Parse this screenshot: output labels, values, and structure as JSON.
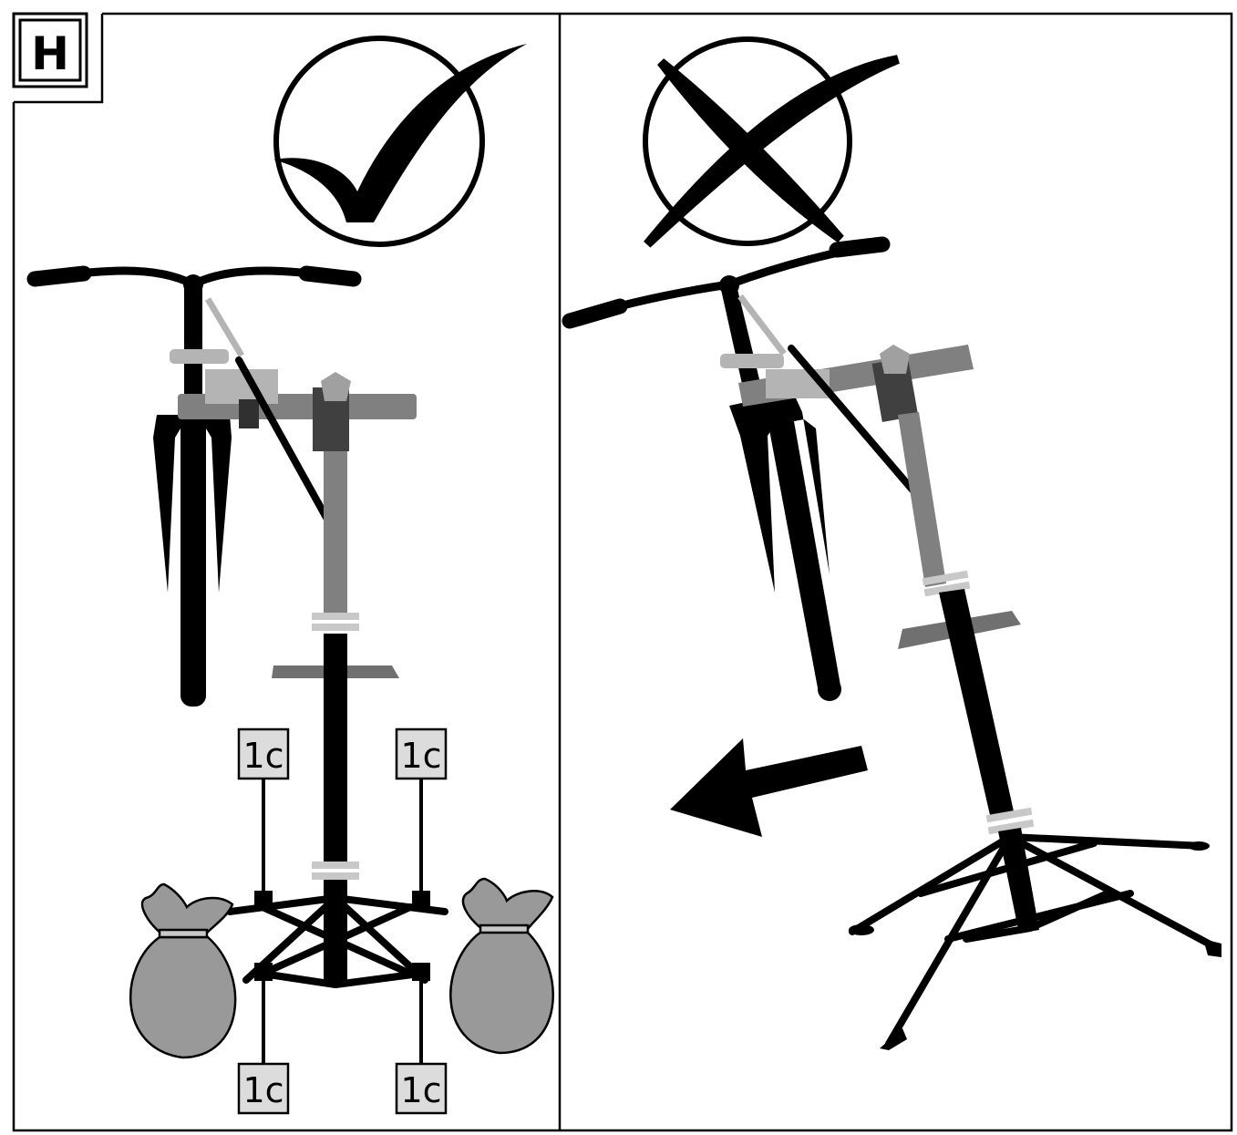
{
  "figure_tag": "H",
  "correct_panel": {
    "indicator": "checkmark-icon",
    "callouts": [
      "1c",
      "1c",
      "1c",
      "1c"
    ]
  },
  "incorrect_panel": {
    "indicator": "cross-icon",
    "motion": "arrow-left-icon"
  },
  "colors": {
    "ink": "#000000",
    "stand_gray": "#808080",
    "light_gray": "#b4b4b4",
    "bag_gray": "#999999",
    "callout_fill": "#dcdcdc"
  }
}
